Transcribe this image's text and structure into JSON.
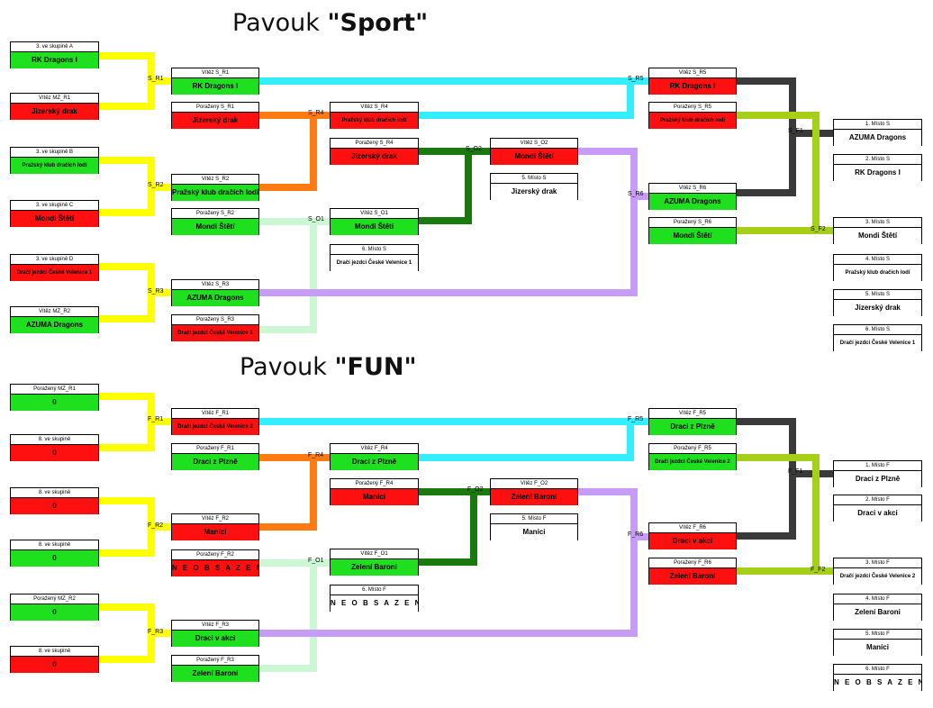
{
  "sport": {
    "title_prefix": "Pavouk ",
    "title_name": "\"Sport\"",
    "labels": {
      "r1": "S_R1",
      "r2": "S_R2",
      "r3": "S_R3",
      "r4": "S_R4",
      "r5": "S_R5",
      "r6": "S_R6",
      "o1": "S_O1",
      "o2": "S_O2",
      "f1": "S_F1",
      "f2": "S_F2"
    },
    "boxes": {
      "a1": {
        "header": "3. ve skupině A",
        "value": "RK Dragons I"
      },
      "a2": {
        "header": "Vítěz MZ_R1",
        "value": "Jizerský drak"
      },
      "a3": {
        "header": "3. ve skupině B",
        "value": "Pražský klub dračích lodí"
      },
      "a4": {
        "header": "3. ve skupině C",
        "value": "Mondi Štětí"
      },
      "a5": {
        "header": "3. ve skupině D",
        "value": "Dračí jezdci České Velenice 1"
      },
      "a6": {
        "header": "Vítěz MZ_R2",
        "value": "AZUMA Dragons"
      },
      "w1": {
        "header": "Vítěz S_R1",
        "value": "RK Dragons I"
      },
      "l1": {
        "header": "Poražený S_R1",
        "value": "Jizerský drak"
      },
      "w2": {
        "header": "Vítěz S_R2",
        "value": "Pražský klub dračích lodí"
      },
      "l2": {
        "header": "Poražený S_R2",
        "value": "Mondi Štětí"
      },
      "w3": {
        "header": "Vítěz S_R3",
        "value": "AZUMA Dragons"
      },
      "l3": {
        "header": "Poražený S_R3",
        "value": "Dračí jezdci České Velenice 1"
      },
      "w4": {
        "header": "Vítěz S_R4",
        "value": "Pražský klub dračích lodí"
      },
      "l4": {
        "header": "Poražený S_R4",
        "value": "Jizerský drak"
      },
      "wo1": {
        "header": "Vítěz S_O1",
        "value": "Mondi Štětí"
      },
      "p6": {
        "header": "6. Místo S",
        "value": "Dračí jezdci České Velenice 1"
      },
      "wo2": {
        "header": "Vítěz S_O2",
        "value": "Mondi Štětí"
      },
      "p5": {
        "header": "5. Místo S",
        "value": "Jizerský drak"
      },
      "w5": {
        "header": "Vítěz S_R5",
        "value": "RK Dragons I"
      },
      "l5": {
        "header": "Poražený S_R5",
        "value": "Pražský klub dračích lodí"
      },
      "w6": {
        "header": "Vítěz S_R6",
        "value": "AZUMA Dragons"
      },
      "l6": {
        "header": "Poražený S_R6",
        "value": "Mondi Štětí"
      }
    },
    "results": [
      {
        "header": "1. Místo S",
        "value": "AZUMA Dragons"
      },
      {
        "header": "2. Místo S",
        "value": "RK Dragons I"
      },
      {
        "header": "3. Místo S",
        "value": "Mondi Štětí"
      },
      {
        "header": "4. Místo S",
        "value": "Pražský klub dračích lodí"
      },
      {
        "header": "5. Místo S",
        "value": "Jizerský drak"
      },
      {
        "header": "6. Místo S",
        "value": "Dračí jezdci České Velenice 1"
      }
    ]
  },
  "fun": {
    "title_prefix": "Pavouk ",
    "title_name": "\"FUN\"",
    "labels": {
      "r1": "F_R1",
      "r2": "F_R2",
      "r3": "F_R3",
      "r4": "F_R4",
      "r5": "F_R5",
      "r6": "F_R6",
      "o1": "F_O1",
      "o2": "F_O2",
      "f1": "F_F1",
      "f2": "F_F2"
    },
    "boxes": {
      "a1": {
        "header": "Poražený MZ_R1",
        "value": "0"
      },
      "a2": {
        "header": "8. ve skupině",
        "value": "0"
      },
      "a3": {
        "header": "8. ve skupině",
        "value": "0"
      },
      "a4": {
        "header": "8. ve skupině",
        "value": "0"
      },
      "a5": {
        "header": "Poražený MZ_R2",
        "value": "0"
      },
      "a6": {
        "header": "8. ve skupině",
        "value": "0"
      },
      "w1": {
        "header": "Vítěz F_R1",
        "value": "Dračí jezdci České Velenice 2"
      },
      "l1": {
        "header": "Poražený F_R1",
        "value": "Draci z Plzně"
      },
      "w2": {
        "header": "Vítěz F_R2",
        "value": "Maníci"
      },
      "l2": {
        "header": "Poražený F_R2",
        "value": "N E O B S A Z E N O"
      },
      "w3": {
        "header": "Vítěz F_R3",
        "value": "Draci v akci"
      },
      "l3": {
        "header": "Poražený F_R3",
        "value": "Zelení Baroni"
      },
      "w4": {
        "header": "Vítěz F_R4",
        "value": "Draci z Plzně"
      },
      "l4": {
        "header": "Poražený F_R4",
        "value": "Maníci"
      },
      "wo1": {
        "header": "Vítěz F_O1",
        "value": "Zelení Baroni"
      },
      "p6": {
        "header": "6. Místo F",
        "value": "N E O B S A Z E N O"
      },
      "wo2": {
        "header": "Vítěz F_O2",
        "value": "Zelení Baroni"
      },
      "p5": {
        "header": "5. Místo F",
        "value": "Maníci"
      },
      "w5": {
        "header": "Vítěz F_R5",
        "value": "Draci z Plzně"
      },
      "l5": {
        "header": "Poražený F_R5",
        "value": "Dračí jezdci České Velenice 2"
      },
      "w6": {
        "header": "Vítěz F_R6",
        "value": "Draci v akci"
      },
      "l6": {
        "header": "Poražený F_R6",
        "value": "Zelení Baroni"
      }
    },
    "results": [
      {
        "header": "1. Místo F",
        "value": "Draci z Plzně"
      },
      {
        "header": "2. Místo F",
        "value": "Draci v akci"
      },
      {
        "header": "3. Místo F",
        "value": "Dračí jezdci České Velenice 2"
      },
      {
        "header": "4. Místo F",
        "value": "Zelení Baroni"
      },
      {
        "header": "5. Místo F",
        "value": "Maníci"
      },
      {
        "header": "6. Místo F",
        "value": "N E O B S A Z E N O"
      }
    ]
  },
  "colors": {
    "winner": "#1ee01e",
    "loser": "#ff1010",
    "line_r1_r2_r3": "#ffff00",
    "line_r5": "#33eeff",
    "line_r4": "#ff7a10",
    "line_o2": "#1a7a10",
    "line_o1": "#ccf7d4",
    "line_r6": "#c79cf7",
    "line_f1": "#3a3a3a",
    "line_f2": "#a5cf18"
  }
}
